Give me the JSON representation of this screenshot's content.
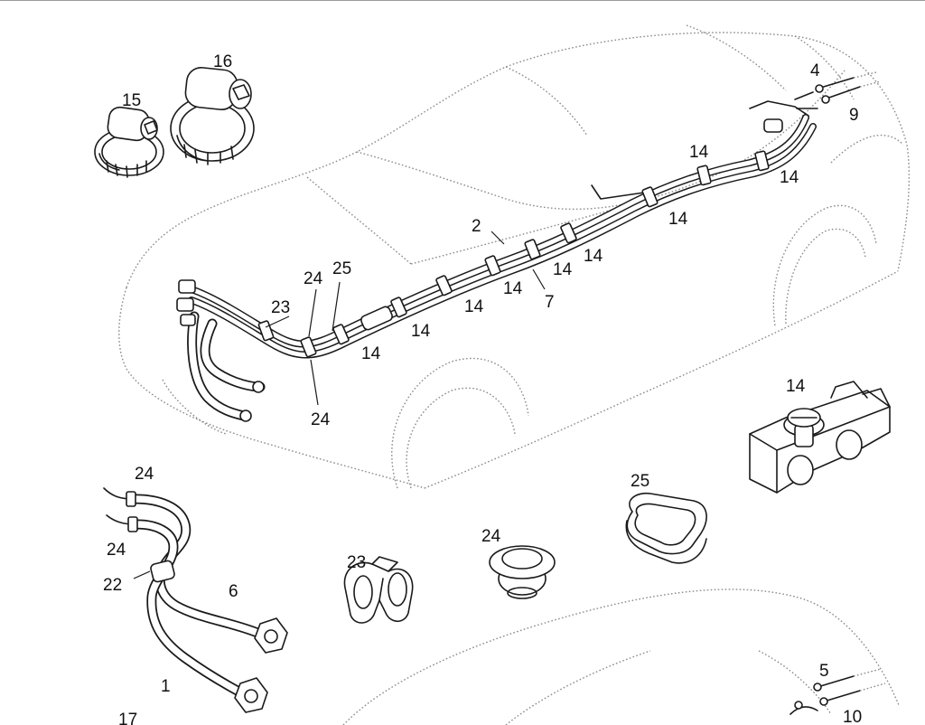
{
  "figure": {
    "labels": {
      "p15": "15",
      "p16": "16",
      "p4": "4",
      "p9": "9",
      "p14_a": "14",
      "p14_b": "14",
      "p14_c": "14",
      "p2": "2",
      "p14_d": "14",
      "p14_e": "14",
      "p14_f": "14",
      "p7": "7",
      "p14_g": "14",
      "p14_h": "14",
      "p14_i": "14",
      "p24_a": "24",
      "p25_a": "25",
      "p23_a": "23",
      "p24_b": "24",
      "p14_detail": "14",
      "p24_c": "24",
      "p24_d": "24",
      "p22": "22",
      "p6": "6",
      "p1": "1",
      "p23_b": "23",
      "p24_e": "24",
      "p25_b": "25",
      "p17": "17",
      "p5": "5",
      "p10": "10"
    }
  }
}
